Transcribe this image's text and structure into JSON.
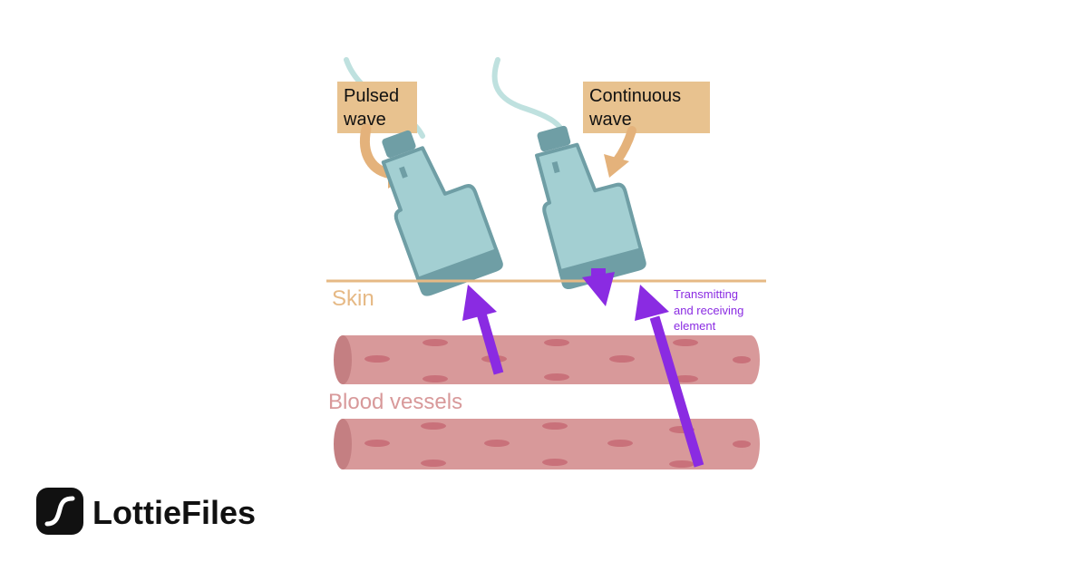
{
  "labels": {
    "pulsed_line1": "Pulsed",
    "pulsed_line2": "wave",
    "continuous_line1": "Continuous",
    "continuous_line2": "wave",
    "skin": "Skin",
    "blood_vessels": "Blood vessels",
    "element_line1": "Transmitting",
    "element_line2": "and receiving",
    "element_line3": "element"
  },
  "brand": {
    "name": "LottieFiles",
    "icon": "lottiefiles-logo-icon"
  },
  "colors": {
    "label_box": "#e8c28f",
    "label_arrow": "#e4b27b",
    "skin": "#e6b985",
    "vessel": "#d8999a",
    "vessel_dark": "#c47f82",
    "vessel_spot": "#c9717a",
    "probe": "#a3cfd2",
    "probe_dark": "#6f9ea5",
    "cable": "#bfe1df",
    "signal_arrow": "#8a2be2",
    "brand_text": "#111111"
  }
}
